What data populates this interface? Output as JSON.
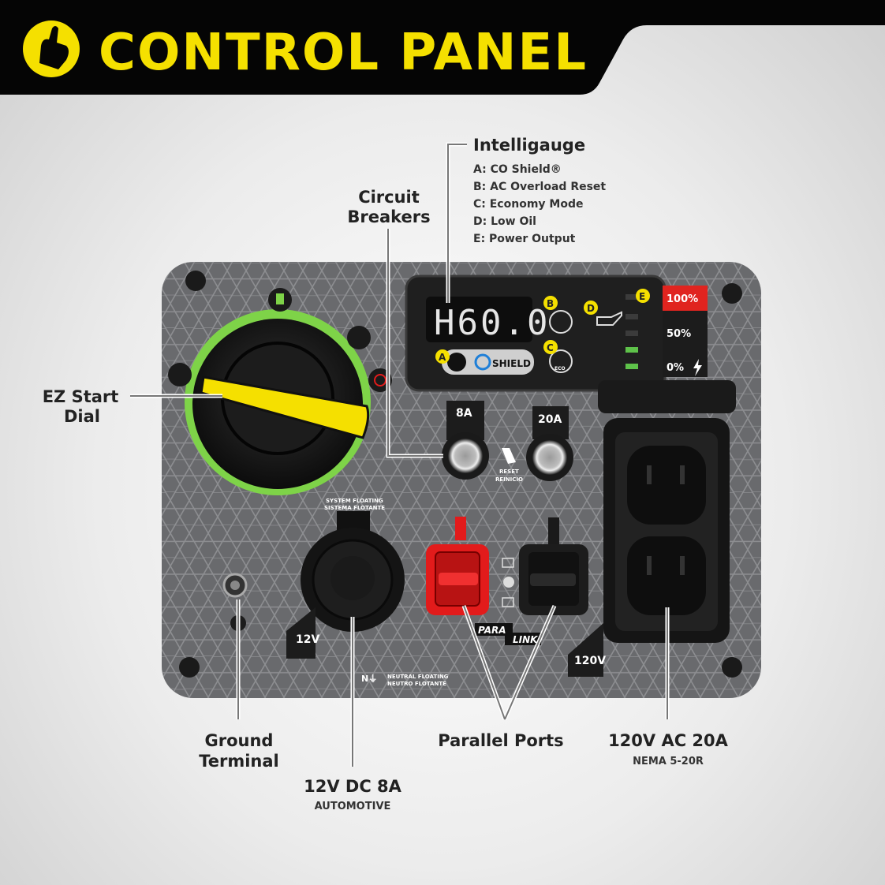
{
  "header": {
    "title": "CONTROL PANEL",
    "icon": "hand-pointer-icon",
    "accent": "#f5e000"
  },
  "intelligauge": {
    "title": "Intelligauge",
    "items": [
      "A:  CO Shield®",
      "B:  AC Overload Reset",
      "C:  Economy Mode",
      "D:  Low Oil",
      "E:  Power Output"
    ],
    "display_value": "H60.0",
    "markers": [
      "A",
      "B",
      "C",
      "D",
      "E"
    ],
    "co_shield": "SHIELD",
    "eco": "ECO",
    "power_levels": [
      "100%",
      "50%",
      "0%"
    ],
    "power_output_fraction": 0.4
  },
  "callouts": {
    "circuit_breakers": [
      "Circuit",
      "Breakers"
    ],
    "ez_start": [
      "EZ Start",
      "Dial"
    ],
    "ground": [
      "Ground",
      "Terminal"
    ],
    "dc": "12V DC 8A",
    "dc_sub": "AUTOMOTIVE",
    "parallel": "Parallel Ports",
    "ac": "120V AC 20A",
    "ac_sub": "NEMA 5-20R"
  },
  "panel": {
    "breaker_8a": "8A",
    "breaker_20a": "20A",
    "reset": [
      "RESET",
      "REINICIO"
    ],
    "system_floating": [
      "SYSTEM FLOATING",
      "SISTEMA FLOTANTE"
    ],
    "neutral_floating": [
      "NEUTRAL FLOATING",
      "NEUTRO FLOTANTE"
    ],
    "dc_volt": "12V",
    "ac_volt": "120V",
    "paralink": [
      "PARA",
      "LINK"
    ]
  },
  "colors": {
    "panel": "#6e6f72",
    "dial_ring": "#7ed348",
    "handle": "#f5e000",
    "red_port": "#e21b1b",
    "level_on": "#5ec24a",
    "level_red": "#e0241f"
  }
}
